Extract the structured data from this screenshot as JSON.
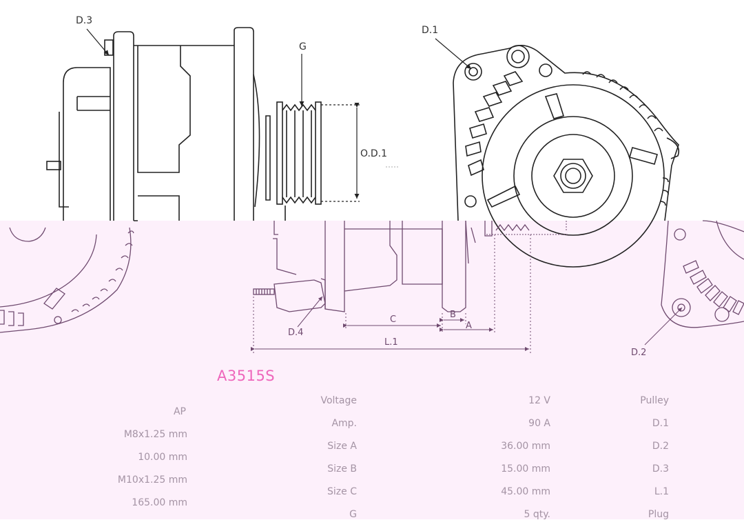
{
  "diagram_labels": {
    "d3": "D.3",
    "g": "G",
    "od1": "O.D.1",
    "d1": "D.1",
    "c": "C",
    "b": "B",
    "a": "A",
    "l1": "L.1",
    "d4": "D.4",
    "d2": "D.2"
  },
  "model": "A3515S",
  "specs": {
    "col1": [
      "AP",
      "M8x1.25 mm",
      "10.00 mm",
      "M10x1.25 mm",
      "165.00 mm"
    ],
    "col2": [
      "Voltage",
      "Amp.",
      "Size A",
      "Size B",
      "Size C",
      "G"
    ],
    "col3": [
      "12 V",
      "90 A",
      "36.00 mm",
      "15.00 mm",
      "45.00 mm",
      "5 qty."
    ],
    "col4": [
      "Pulley",
      "D.1",
      "D.2",
      "D.3",
      "L.1",
      "Plug"
    ]
  },
  "colors": {
    "model": "#ee66bb",
    "panel": "#fdf0fb",
    "spec_text": "#a493a4"
  }
}
